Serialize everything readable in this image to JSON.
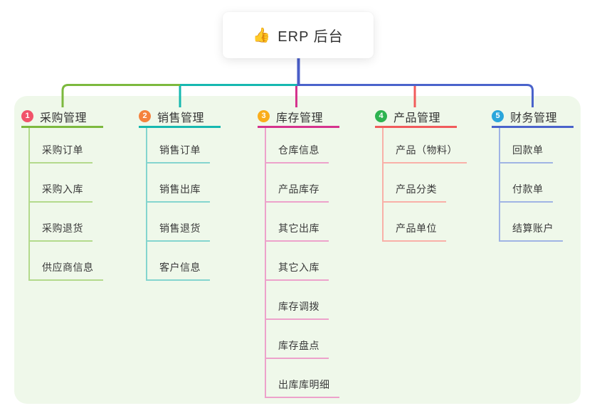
{
  "root": {
    "icon": "👍",
    "title": "ERP 后台"
  },
  "branches": [
    {
      "number": "1",
      "label": "采购管理",
      "circle_color": "#f1536a",
      "line_color": "#7cb93e",
      "light_color": "#b3da8c",
      "children": [
        "采购订单",
        "采购入库",
        "采购退货",
        "供应商信息"
      ]
    },
    {
      "number": "2",
      "label": "销售管理",
      "circle_color": "#f5823d",
      "line_color": "#16b8b0",
      "light_color": "#84d5cf",
      "children": [
        "销售订单",
        "销售出库",
        "销售退货",
        "客户信息"
      ]
    },
    {
      "number": "3",
      "label": "库存管理",
      "circle_color": "#faad1b",
      "line_color": "#d5338d",
      "light_color": "#eda2cb",
      "children": [
        "仓库信息",
        "产品库存",
        "其它出库",
        "其它入库",
        "库存调拨",
        "库存盘点",
        "出库库明细"
      ]
    },
    {
      "number": "4",
      "label": "产品管理",
      "circle_color": "#2eb350",
      "line_color": "#f15b5b",
      "light_color": "#f9b0a8",
      "children": [
        "产品（物料）",
        "产品分类",
        "产品单位"
      ]
    },
    {
      "number": "5",
      "label": "财务管理",
      "circle_color": "#2ba6db",
      "line_color": "#4a63cb",
      "light_color": "#a0b4e4",
      "children": [
        "回款单",
        "付款单",
        "结算账户"
      ]
    }
  ],
  "colors": {
    "panel_bg": "#eff8ea",
    "root_line": "#4a5ec8",
    "text": "#3a3a3a"
  }
}
